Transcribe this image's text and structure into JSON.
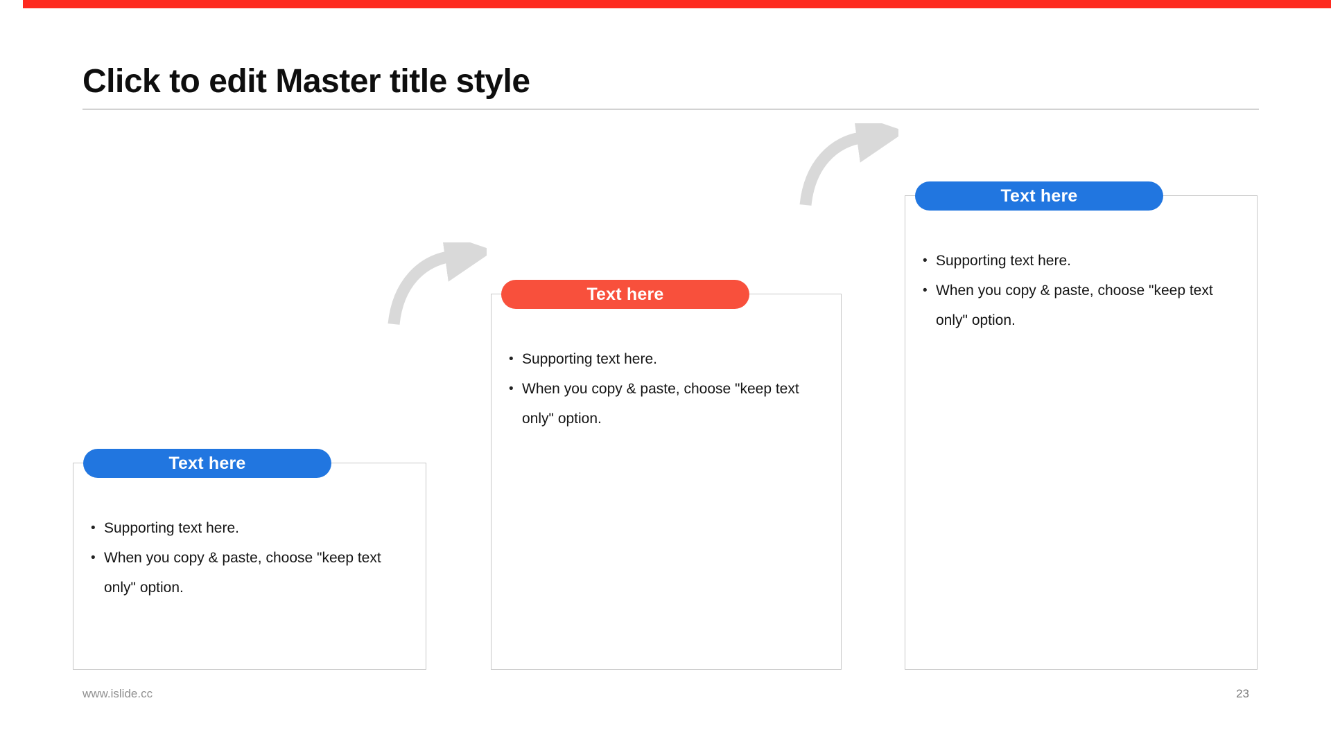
{
  "slide": {
    "title": "Click to edit Master title style",
    "footer": {
      "website": "www.islide.cc",
      "page_number": "23"
    }
  },
  "colors": {
    "top_bar_red": "#fe2a1f",
    "accent_blue": "#2176e0",
    "accent_red": "#f8503c",
    "arrow_gray": "#d9d9d9"
  },
  "boxes": [
    {
      "header": "Text here",
      "header_color": "#2176e0",
      "bullets": [
        "Supporting text here.",
        "When you copy & paste, choose \"keep text only\" option."
      ]
    },
    {
      "header": "Text here",
      "header_color": "#f8503c",
      "bullets": [
        "Supporting text here.",
        "When you copy & paste, choose \"keep text only\" option."
      ]
    },
    {
      "header": "Text here",
      "header_color": "#2176e0",
      "bullets": [
        "Supporting text here.",
        "When you copy & paste, choose \"keep text only\" option."
      ]
    }
  ]
}
